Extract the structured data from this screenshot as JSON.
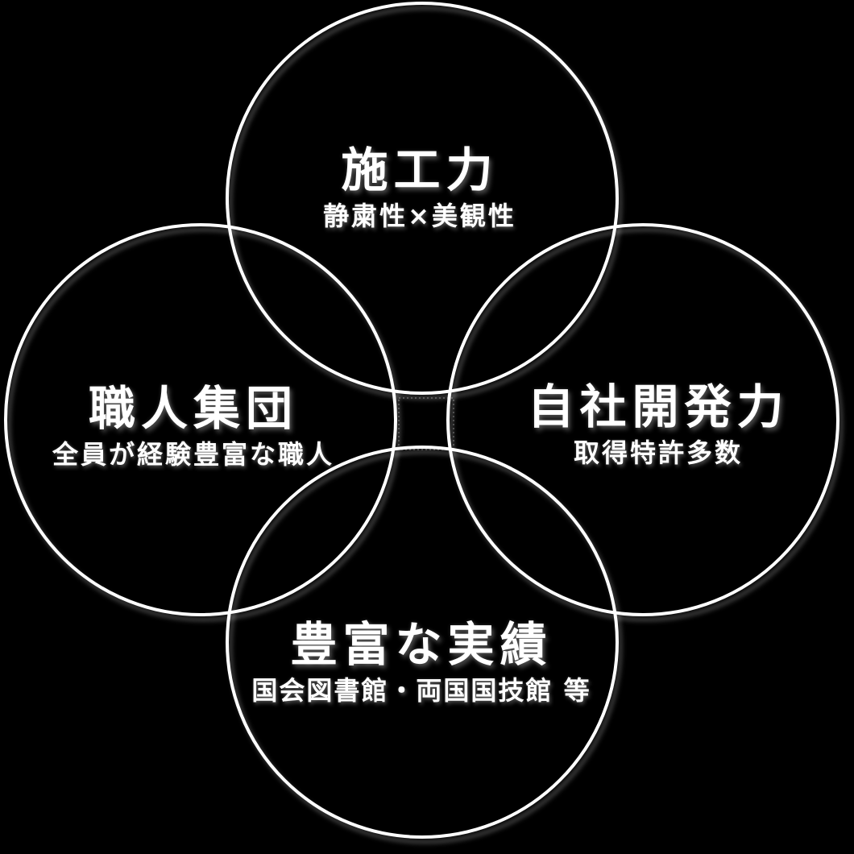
{
  "page": {
    "background_color": "#000000"
  },
  "diagram": {
    "type": "venn-four-circles",
    "stroke_color": "#ffffff",
    "text_color": "#ffffff",
    "nodes": [
      {
        "position": "top",
        "title": "施工力",
        "subtitle": "静粛性×美観性"
      },
      {
        "position": "left",
        "title": "職人集団",
        "subtitle": "全員が経験豊富な職人"
      },
      {
        "position": "right",
        "title": "自社開発力",
        "subtitle": "取得特許多数"
      },
      {
        "position": "bottom",
        "title": "豊富な実績",
        "subtitle": "国会図書館・両国国技館 等"
      }
    ],
    "center": {
      "shape": "square-outline"
    }
  }
}
